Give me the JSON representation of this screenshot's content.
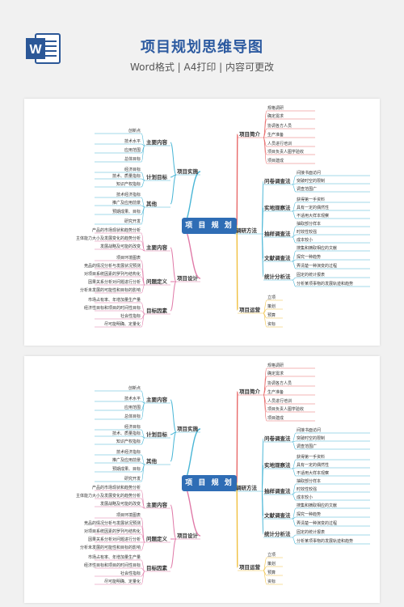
{
  "header": {
    "title": "项目规划思维导图",
    "subtitle": "Word格式 | A4打印 | 内容可更改",
    "icon_letter": "W",
    "icon": "word-doc-icon"
  },
  "colors": {
    "accent": "#2f6db5",
    "word_blue": "#2b5797",
    "branch_left": "#49b6d6",
    "branch_left2": "#e07aa8",
    "branch_right1": "#e86a6a",
    "branch_right2": "#49b6d6",
    "branch_right3": "#f0c040"
  },
  "mindmap": {
    "center": "项 目 规 划",
    "left": [
      {
        "label": "项目实施",
        "children": [
          {
            "label": "主要内容",
            "items": [
              "创新点",
              "技术水平",
              "应用范围",
              "总体目标"
            ]
          },
          {
            "label": "计划目标",
            "items": [
              "经济目标",
              "技术、质量指标",
              "知识产权指标"
            ]
          },
          {
            "label": "其他",
            "items": [
              "技术经济指标",
              "推广及应用前景",
              "预期成果、目标",
              "研究开发"
            ]
          }
        ]
      },
      {
        "label": "项目设计",
        "children": [
          {
            "label": "主要内容",
            "items": [
              "产品的市场现状和趋势分析",
              "主体能力大小及发展变化的趋势分析",
              "发展战略及可能的改变"
            ]
          },
          {
            "label": "问题定义",
            "items": [
              "项目环境图表",
              "竞品的情况分析与发展状况预测",
              "对项目系统因素的罗列与结构化",
              "因果关系分析对问题进行分析",
              "分析未发展的可能性和目标的影响"
            ]
          },
          {
            "label": "目标因素",
            "items": [
              "市场占有率、年增加量生产量",
              "经济性目标和项目的时间性目标",
              "社会性指标",
              "尽可能明确、定量化"
            ]
          }
        ]
      }
    ],
    "right": [
      {
        "label": "项目简介",
        "items": [
          "规格调研",
          "确定需求",
          "协调各方人员",
          "生产准备",
          "人员进行培训",
          "项目负责人图学验收",
          "项目建成"
        ]
      },
      {
        "label": "调研方法",
        "children": [
          {
            "label": "问卷调查法",
            "items": [
              "间接书面访问",
              "突破时空的限制",
              "调查范围广"
            ]
          },
          {
            "label": "实地观察法",
            "items": [
              "获得第一手资料",
              "具有一定的偶然性",
              "不适用大样本观察"
            ]
          },
          {
            "label": "抽样调查法",
            "items": [
              "抽取部分样本",
              "时效性较强",
              "成本较小"
            ]
          },
          {
            "label": "文献调查法",
            "items": [
              "搜集和摘取相应的文献",
              "探究一种趋势",
              "弄清楚一种演变的过程"
            ]
          },
          {
            "label": "统计分析法",
            "items": [
              "固定的统计报表",
              "分析某项事物的发展轨迹和趋势"
            ]
          }
        ]
      },
      {
        "label": "项目运营",
        "items": [
          "立项",
          "策划",
          "预算",
          "资标"
        ]
      }
    ]
  }
}
